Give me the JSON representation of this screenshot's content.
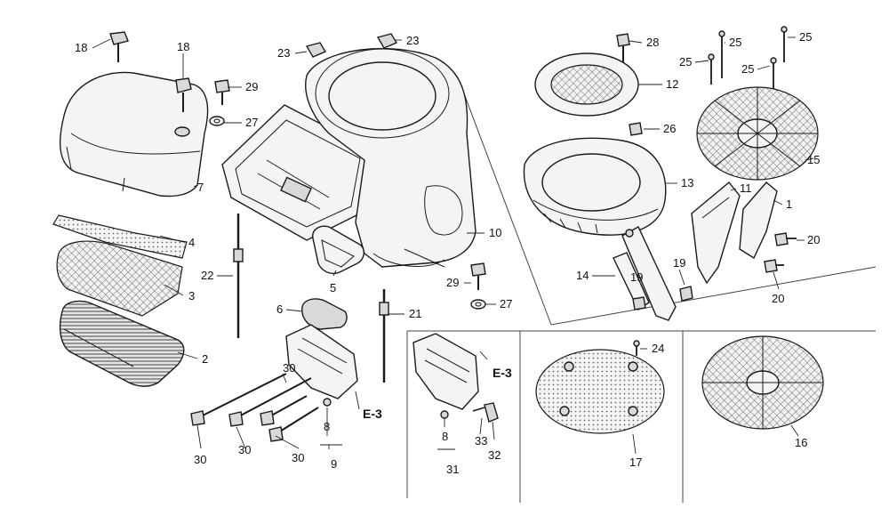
{
  "callouts": [
    {
      "id": "c18a",
      "text": "18"
    },
    {
      "id": "c18b",
      "text": "18"
    },
    {
      "id": "c7",
      "text": "7"
    },
    {
      "id": "c4",
      "text": "4"
    },
    {
      "id": "c3",
      "text": "3"
    },
    {
      "id": "c2",
      "text": "2"
    },
    {
      "id": "c23a",
      "text": "23"
    },
    {
      "id": "c23b",
      "text": "23"
    },
    {
      "id": "c29a",
      "text": "29"
    },
    {
      "id": "c27a",
      "text": "27"
    },
    {
      "id": "c22",
      "text": "22"
    },
    {
      "id": "c5",
      "text": "5"
    },
    {
      "id": "c10",
      "text": "10"
    },
    {
      "id": "c29b",
      "text": "29"
    },
    {
      "id": "c27b",
      "text": "27"
    },
    {
      "id": "c6",
      "text": "6"
    },
    {
      "id": "c21",
      "text": "21"
    },
    {
      "id": "c30a",
      "text": "30"
    },
    {
      "id": "c30b",
      "text": "30"
    },
    {
      "id": "c30c",
      "text": "30"
    },
    {
      "id": "c30d",
      "text": "30"
    },
    {
      "id": "c8a",
      "text": "8"
    },
    {
      "id": "c9",
      "text": "9"
    },
    {
      "id": "c8b",
      "text": "8"
    },
    {
      "id": "c31",
      "text": "31"
    },
    {
      "id": "c33",
      "text": "33"
    },
    {
      "id": "c32",
      "text": "32"
    },
    {
      "id": "c28",
      "text": "28"
    },
    {
      "id": "c12",
      "text": "12"
    },
    {
      "id": "c26",
      "text": "26"
    },
    {
      "id": "c13",
      "text": "13"
    },
    {
      "id": "c14",
      "text": "14"
    },
    {
      "id": "c19a",
      "text": "19"
    },
    {
      "id": "c19b",
      "text": "19"
    },
    {
      "id": "c25a",
      "text": "25"
    },
    {
      "id": "c25b",
      "text": "25"
    },
    {
      "id": "c25c",
      "text": "25"
    },
    {
      "id": "c25d",
      "text": "25"
    },
    {
      "id": "c15",
      "text": "15"
    },
    {
      "id": "c11",
      "text": "11"
    },
    {
      "id": "c1",
      "text": "1"
    },
    {
      "id": "c20a",
      "text": "20"
    },
    {
      "id": "c20b",
      "text": "20"
    },
    {
      "id": "c24",
      "text": "24"
    },
    {
      "id": "c17",
      "text": "17"
    },
    {
      "id": "c16",
      "text": "16"
    }
  ],
  "references": [
    {
      "id": "e3a",
      "text": "E-3"
    },
    {
      "id": "e3b",
      "text": "E-3"
    }
  ]
}
